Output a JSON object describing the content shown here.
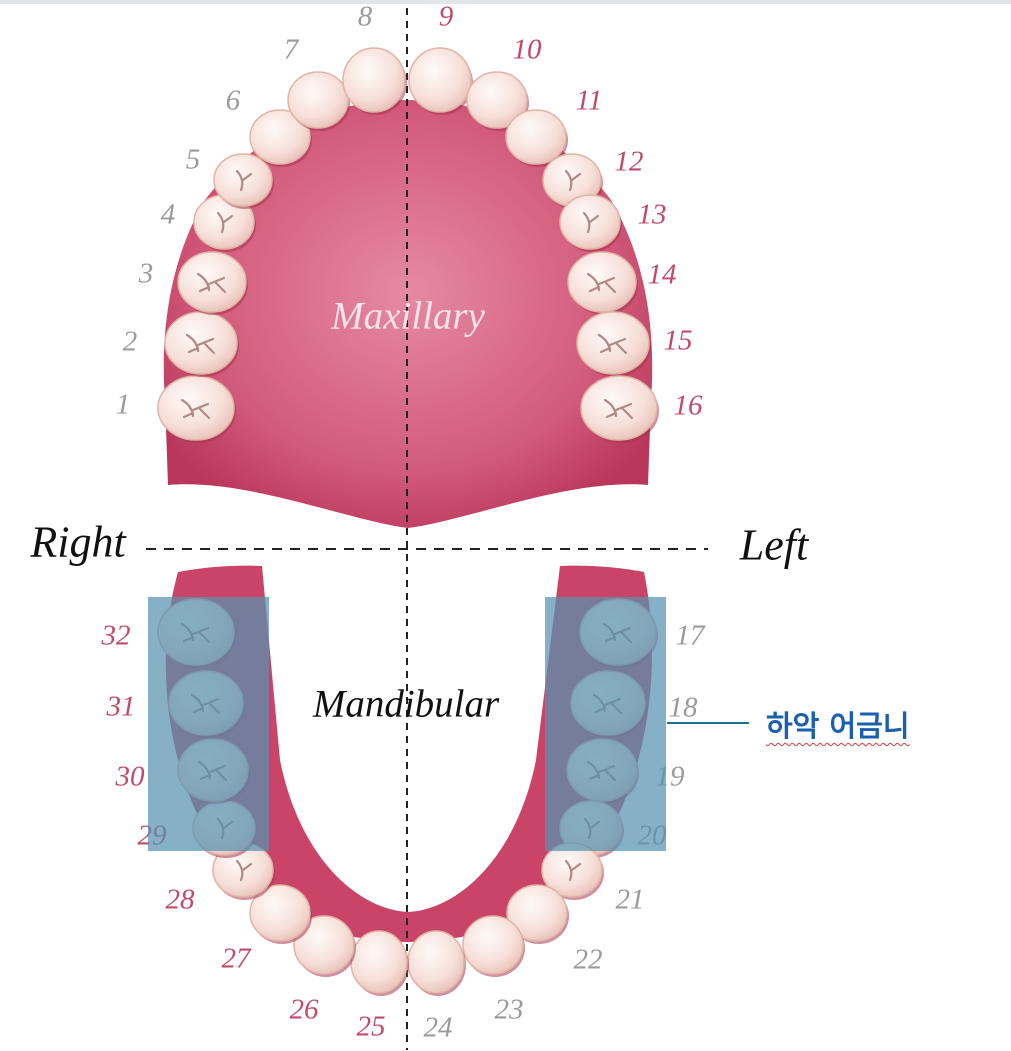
{
  "labels": {
    "right": "Right",
    "left": "Left",
    "maxillary": "Maxillary",
    "mandibular": "Mandibular"
  },
  "callout": {
    "text": "하악 어금니"
  },
  "teeth": {
    "upper": [
      "1",
      "2",
      "3",
      "4",
      "5",
      "6",
      "7",
      "8",
      "9",
      "10",
      "11",
      "12",
      "13",
      "14",
      "15",
      "16"
    ],
    "lower": [
      "17",
      "18",
      "19",
      "20",
      "21",
      "22",
      "23",
      "24",
      "25",
      "26",
      "27",
      "28",
      "29",
      "30",
      "31",
      "32"
    ]
  },
  "colors": {
    "gum": "#c94467",
    "gum_light": "#e37f9a",
    "tooth": "#f8e2dc",
    "number_grey": "#9a9a9a",
    "number_pink": "#c04a68",
    "highlight": "#5691b0",
    "callout_text": "#1a5fb0"
  }
}
